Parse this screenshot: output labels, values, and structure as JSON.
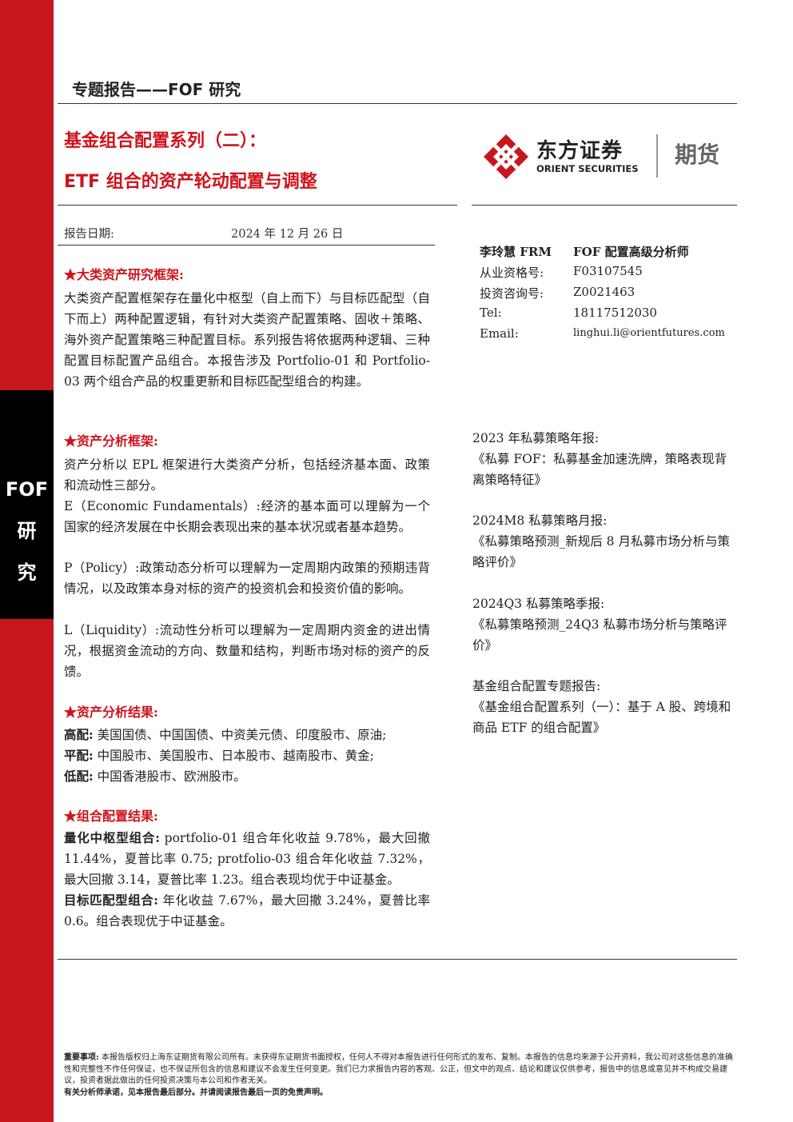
{
  "sidebar": {
    "chars": [
      "FOF",
      "研",
      "究"
    ]
  },
  "header": {
    "report_type": "专题报告——FOF 研究"
  },
  "title": {
    "line1": "基金组合配置系列（二）：",
    "line2": "ETF 组合的资产轮动配置与调整"
  },
  "logo": {
    "name_cn": "东方证券",
    "name_en": "ORIENT SECURITIES",
    "division": "期货",
    "colors": {
      "red": "#c8161d",
      "dark": "#222222",
      "grey": "#666666"
    }
  },
  "report_date": {
    "label": "报告日期:",
    "value": "2024 年 12 月 26 日"
  },
  "sections": [
    {
      "heading": "★大类资产研究框架:"
    },
    {
      "heading": "★资产分析框架:"
    },
    {
      "heading": "★资产分析结果:"
    },
    {
      "heading": "★组合配置结果:"
    }
  ],
  "framework_text": "大类资产配置框架存在量化中枢型（自上而下）与目标匹配型（自下而上）两种配置逻辑，有针对大类资产配置策略、固收＋策略、海外资产配置策略三种配置目标。系列报告将依据两种逻辑、三种配置目标配置产品组合。本报告涉及 Portfolio-01 和 Portfolio-03 两个组合产品的权重更新和目标匹配型组合的构建。",
  "analysis": {
    "intro": "资产分析以 EPL 框架进行大类资产分析，包括经济基本面、政策和流动性三部分。",
    "e": "E（Economic Fundamentals）:经济的基本面可以理解为一个国家的经济发展在中长期会表现出来的基本状况或者基本趋势。",
    "p": "P（Policy）:政策动态分析可以理解为一定周期内政策的预期违背情况，以及政策本身对标的资产的投资机会和投资价值的影响。",
    "l": "L（Liquidity）:流动性分析可以理解为一定周期内资金的进出情况，根据资金流动的方向、数量和结构，判断市场对标的资产的反馈。"
  },
  "results": {
    "high_label": "高配:",
    "high": " 美国国债、中国国债、中资美元债、印度股市、原油;",
    "mid_label": "平配:",
    "mid": " 中国股市、美国股市、日本股市、越南股市、黄金;",
    "low_label": "低配:",
    "low": " 中国香港股市、欧洲股市。"
  },
  "portfolio": {
    "label1": "量化中枢型组合:",
    "text1": " portfolio-01 组合年化收益 9.78%，最大回撤 11.44%，夏普比率 0.75; protfolio-03 组合年化收益 7.32%，最大回撤 3.14，夏普比率 1.23。组合表现均优于中证基金。",
    "label2": "目标匹配型组合:",
    "text2": " 年化收益 7.67%，最大回撤 3.24%，夏普比率 0.6。组合表现优于中证基金。"
  },
  "author": {
    "name": "李玲慧 FRM",
    "title": "FOF 配置高级分析师",
    "rows": [
      {
        "label": "从业资格号:",
        "value": "F03107545"
      },
      {
        "label": "投资咨询号:",
        "value": "Z0021463"
      },
      {
        "label": "Tel:",
        "value": "18117512030"
      },
      {
        "label": "Email:",
        "value": "linghui.li@orientfutures.com"
      }
    ]
  },
  "related_reports": [
    {
      "heading": "2023 年私募策略年报:",
      "title": "《私募 FOF：私募基金加速洗牌，策略表现背离策略特征》"
    },
    {
      "heading": "2024M8 私募策略月报:",
      "title": "《私募策略预测_新规后 8 月私募市场分析与策略评价》"
    },
    {
      "heading": "2024Q3 私募策略季报:",
      "title": "《私募策略预测_24Q3 私募市场分析与策略评价》"
    },
    {
      "heading": "基金组合配置专题报告:",
      "title": "《基金组合配置系列（一）：基于 A 股、跨境和商品 ETF 的组合配置》"
    }
  ],
  "disclaimer": {
    "label": "重要事项:",
    "text": " 本报告版权归上海东证期货有限公司所有。未获得东证期货书面授权，任何人不得对本报告进行任何形式的发布、复制。本报告的信息均来源于公开资料，我公司对这些信息的准确性和完整性不作任何保证，也不保证所包含的信息和建议不会发生任何变更。我们已力求报告内容的客观、公正，但文中的观点、结论和建议仅供参考，报告中的信息或意见并不构成交易建议，投资者据此做出的任何投资决策与本公司和作者无关。",
    "footer": "有关分析师承诺，见本报告最后部分。并请阅读报告最后一页的免责声明。"
  }
}
